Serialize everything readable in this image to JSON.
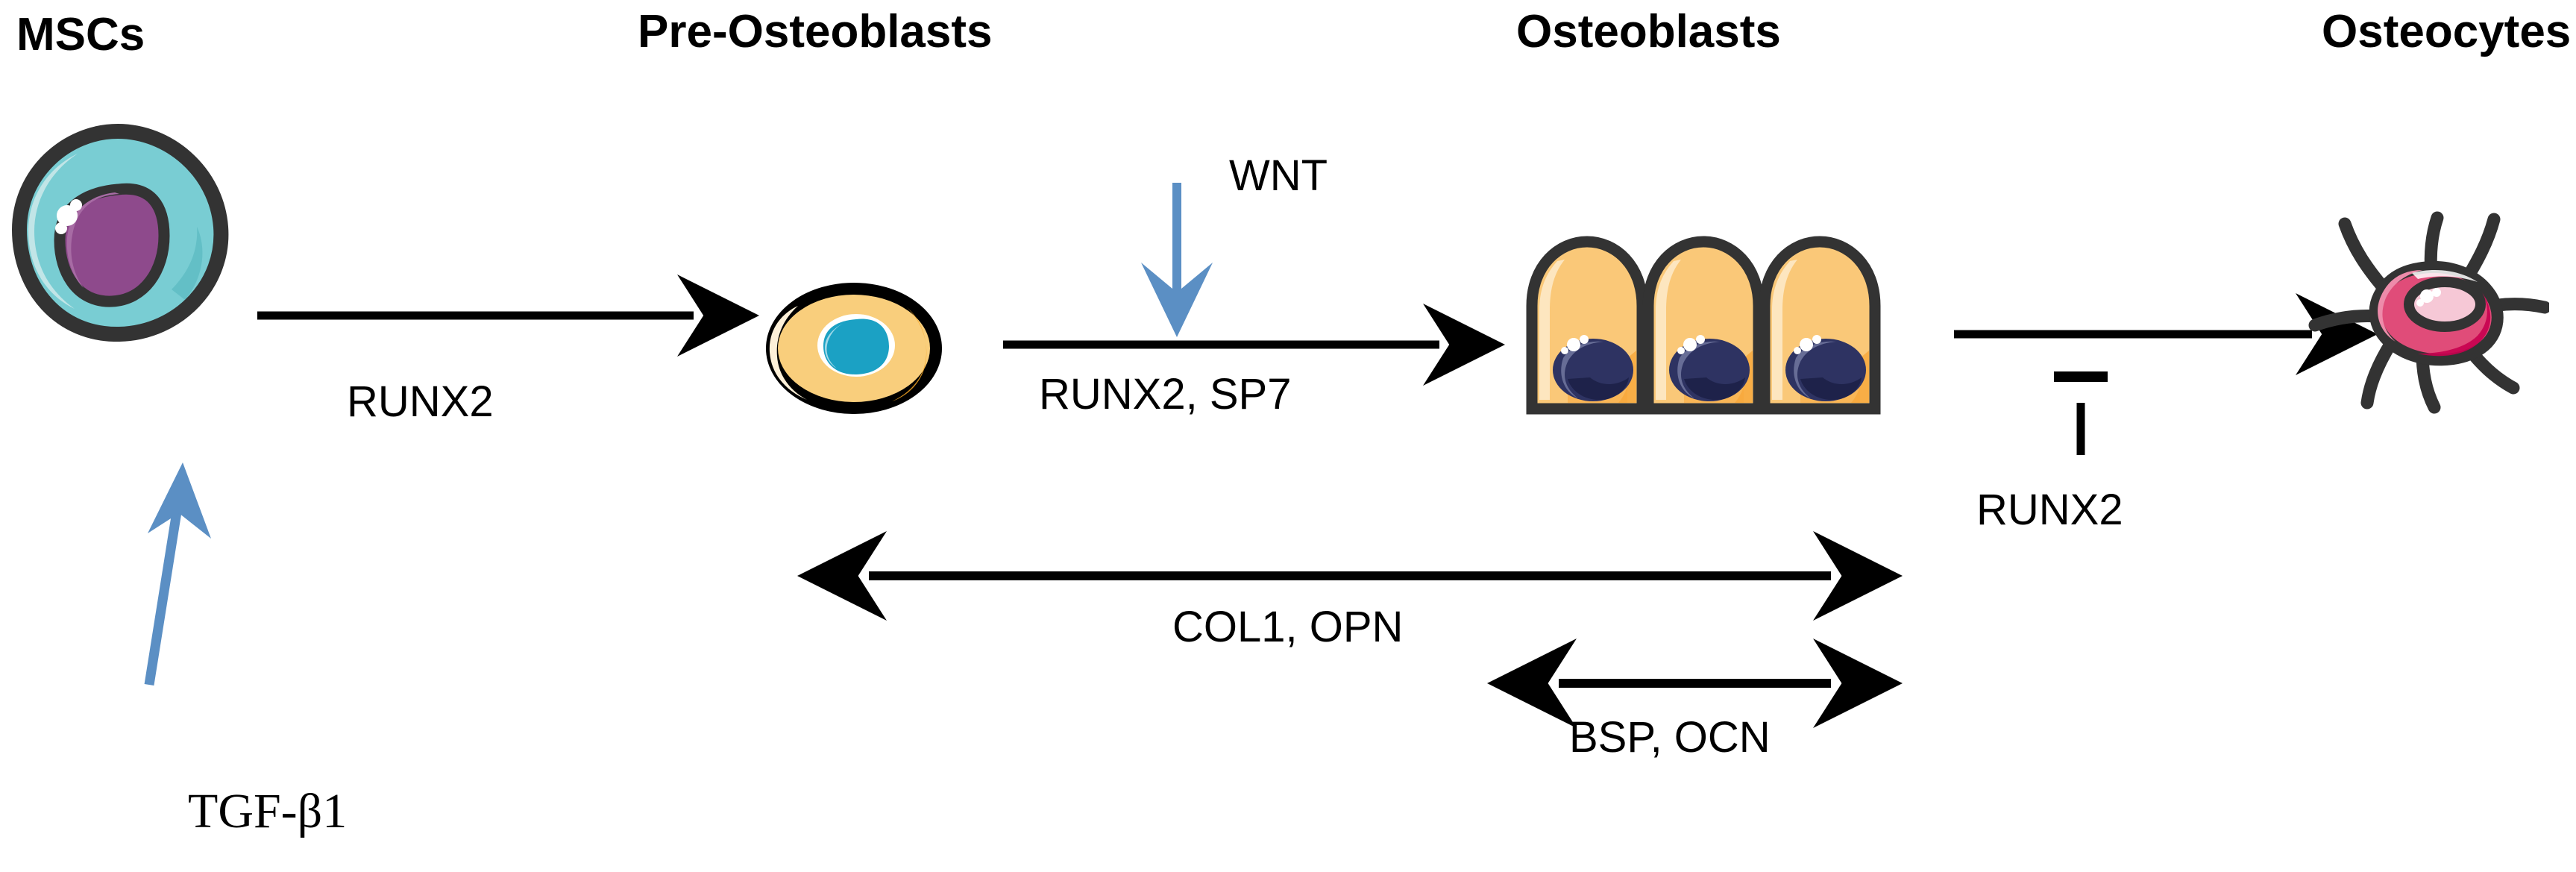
{
  "diagram": {
    "title": "Osteoblast lineage differentiation pathway",
    "background_color": "#ffffff",
    "arrow_color": "#000000",
    "signal_arrow_color": "#5B8FC4"
  },
  "stage_headers": [
    {
      "id": "mscs",
      "label": "MSCs"
    },
    {
      "id": "pre_osteoblasts",
      "label": "Pre-Osteoblasts"
    },
    {
      "id": "osteoblasts",
      "label": "Osteoblasts"
    },
    {
      "id": "osteocytes",
      "label": "Osteocytes"
    }
  ],
  "transition_labels": [
    {
      "id": "msc-to-pre",
      "label": "RUNX2"
    },
    {
      "id": "pre-to-ob",
      "label": "RUNX2, SP7"
    },
    {
      "id": "ob-to-oc-inhibitor",
      "label": "RUNX2"
    }
  ],
  "signals": [
    {
      "id": "wnt",
      "label": "WNT",
      "color": "#5B8FC4",
      "direction": "down"
    },
    {
      "id": "tgfb1",
      "label": "TGF-β1",
      "color": "#5B8FC4",
      "direction": "up-right"
    }
  ],
  "marker_ranges": [
    {
      "id": "col1-opn",
      "label": "COL1, OPN",
      "span": "pre-osteoblasts-to-osteoblasts"
    },
    {
      "id": "bsp-ocn",
      "label": "BSP, OCN",
      "span": "osteoblasts-to-osteocytes"
    }
  ],
  "cells": [
    {
      "id": "msc-cell",
      "name": "mesenchymal-stem-cell",
      "outline_color": "#333333",
      "cytoplasm_color": "#79CDD3",
      "cytoplasm_highlight": "#A9DEE0",
      "nucleus_color": "#8E4A8C",
      "nucleus_highlight": "#A76BA4",
      "vesicle_color": "#ffffff"
    },
    {
      "id": "pre-osteoblast-cell",
      "name": "pre-osteoblast",
      "outline_color": "#000000",
      "cytoplasm_color": "#F9CE7C",
      "cytoplasm_highlight": "#FCE9C4",
      "cytoplasm_shadow": "#F5A623",
      "nucleus_color": "#1BA1C4",
      "nucleus_ring_color": "#ffffff"
    },
    {
      "id": "osteoblast-cells",
      "name": "osteoblast-row",
      "count": 3,
      "outline_color": "#333333",
      "cytoplasm_color": "#FAC878",
      "cytoplasm_highlight": "#FDE3AC",
      "cytoplasm_shadow": "#F8A83A",
      "nucleus_color": "#2E3362",
      "nucleus_highlight": "#6E739C",
      "vesicle_color": "#ffffff"
    },
    {
      "id": "osteocyte-cell",
      "name": "osteocyte",
      "outline_color": "#333333",
      "cytoplasm_color": "#E04C79",
      "cytoplasm_shadow": "#C8004F",
      "cytoplasm_highlight": "#EE8BAA",
      "nucleus_color": "#F6C8D6",
      "vesicle_color": "#ffffff"
    }
  ]
}
